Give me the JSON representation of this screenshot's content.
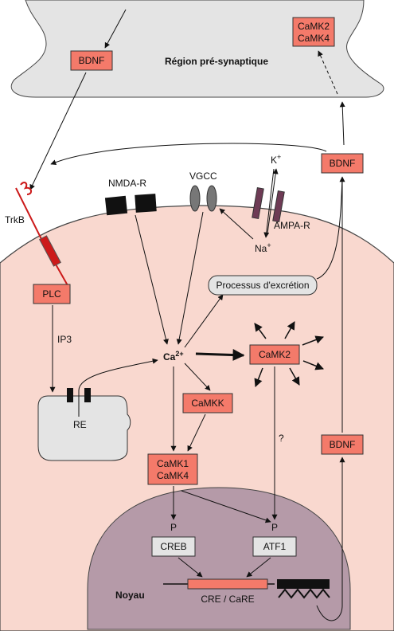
{
  "presynaptic": {
    "title": "Région pré-synaptique",
    "bdnf": "BDNF",
    "camk2": "CaMK2",
    "camk4": "CaMK4"
  },
  "membrane": {
    "trkb": "TrkB",
    "nmda": "NMDA-R",
    "vgcc": "VGCC",
    "ampa": "AMPA-R",
    "k_ion": "K",
    "na_ion": "Na",
    "plus": "+"
  },
  "cell": {
    "bdnf_right": "BDNF",
    "plc": "PLC",
    "ip3": "IP3",
    "re": "RE",
    "calcium": "Ca",
    "calcium_sup": "2+",
    "excretion": "Processus d'excrétion",
    "camk2": "CaMK2",
    "camkk": "CaMKK",
    "camk1": "CaMK1",
    "camk4": "CaMK4",
    "question": "?",
    "bdnf_lower": "BDNF"
  },
  "nucleus": {
    "label": "Noyau",
    "p_left": "P",
    "p_right": "P",
    "creb": "CREB",
    "atf1": "ATF1",
    "cre": "CRE / CaRE"
  },
  "colors": {
    "box_red": "#f47a6a",
    "cell_fill": "#f9d8cf",
    "nucleus_fill": "#b59aa8",
    "presyn_fill": "#e4e4e4",
    "receptor_red": "#cc1a1a",
    "ampa_purple": "#6e3b55"
  }
}
